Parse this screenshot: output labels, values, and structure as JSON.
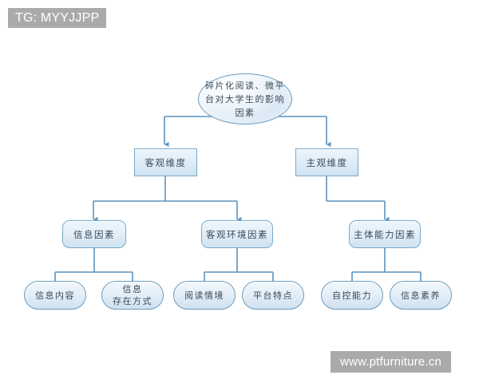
{
  "watermarks": {
    "top": "TG: MYYJJPP",
    "bottom": "www.ptfurniture.cn"
  },
  "diagram": {
    "type": "tree-hierarchy",
    "orientation": "top-down",
    "accent_color": "#6d9bbd",
    "node_fill": "#e2eef8",
    "connector_color": "#5b93c0",
    "text_color": "#3a4a56",
    "root": {
      "id": "root",
      "shape": "ellipse",
      "label": "碎片化阅读、微平\n台对大学生的影响\n因素"
    },
    "level2": [
      {
        "id": "objective-dimension",
        "shape": "rectangle",
        "label": "客观维度"
      },
      {
        "id": "subjective-dimension",
        "shape": "rectangle",
        "label": "主观维度"
      }
    ],
    "level3": [
      {
        "id": "information-factor",
        "shape": "rounded-rectangle",
        "label": "信息因素",
        "parent": "objective-dimension"
      },
      {
        "id": "objective-environment-factor",
        "shape": "rounded-rectangle",
        "label": "客观环境因素",
        "parent": "objective-dimension"
      },
      {
        "id": "subject-ability-factor",
        "shape": "rounded-rectangle",
        "label": "主体能力因素",
        "parent": "subjective-dimension"
      }
    ],
    "leaves": [
      {
        "id": "information-content",
        "shape": "capsule",
        "label": "信息内容",
        "parent": "information-factor"
      },
      {
        "id": "information-existence-form",
        "shape": "capsule",
        "label": "信息\n存在方式",
        "parent": "information-factor"
      },
      {
        "id": "reading-context",
        "shape": "capsule",
        "label": "阅读情境",
        "parent": "objective-environment-factor"
      },
      {
        "id": "platform-characteristics",
        "shape": "capsule",
        "label": "平台特点",
        "parent": "objective-environment-factor"
      },
      {
        "id": "self-control-ability",
        "shape": "capsule",
        "label": "自控能力",
        "parent": "subject-ability-factor"
      },
      {
        "id": "information-literacy",
        "shape": "capsule",
        "label": "信息素养",
        "parent": "subject-ability-factor"
      }
    ]
  }
}
